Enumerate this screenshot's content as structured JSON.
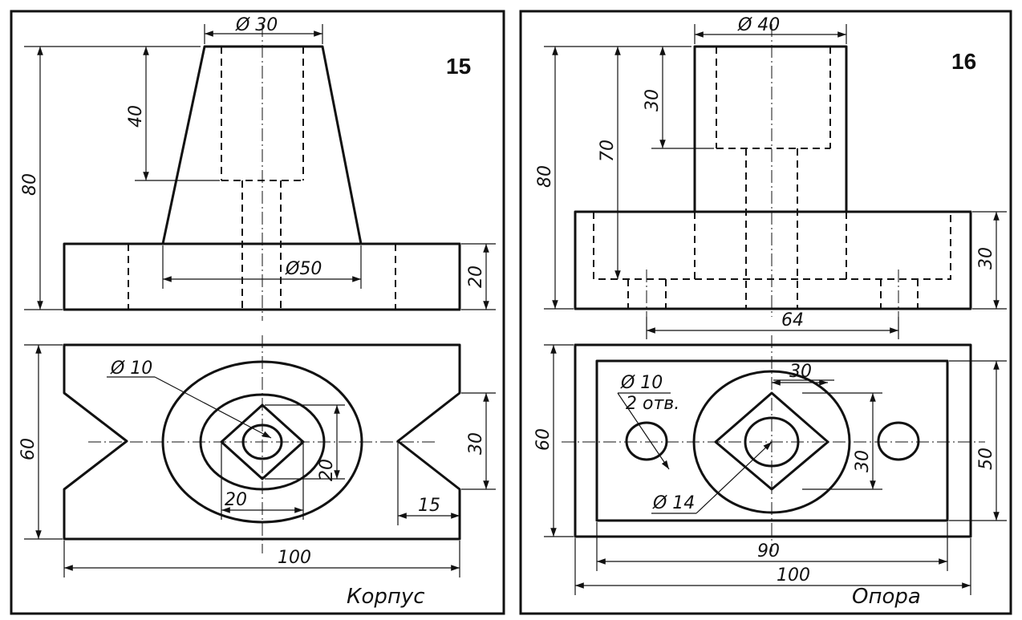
{
  "sheets": [
    {
      "number": "15",
      "title": "Корпус",
      "dims": {
        "d_top": "Ø 30",
        "h_40": "40",
        "h_80": "80",
        "d_base": "Ø50",
        "h_20": "20",
        "hole_d": "Ø 10",
        "w_60": "60",
        "w_30": "30",
        "sq_20a": "20",
        "sq_20b": "20",
        "notch_15": "15",
        "len_100": "100"
      }
    },
    {
      "number": "16",
      "title": "Опора",
      "dims": {
        "d_top": "Ø 40",
        "h_30": "30",
        "h_70": "70",
        "h_80": "80",
        "h_base": "30",
        "c_64": "64",
        "hole_d": "Ø 10",
        "holes_note": "2 отв.",
        "sq_30a": "30",
        "sq_30b": "30",
        "d_14": "Ø 14",
        "w_60": "60",
        "w_50": "50",
        "in_90": "90",
        "len_100": "100"
      }
    }
  ]
}
